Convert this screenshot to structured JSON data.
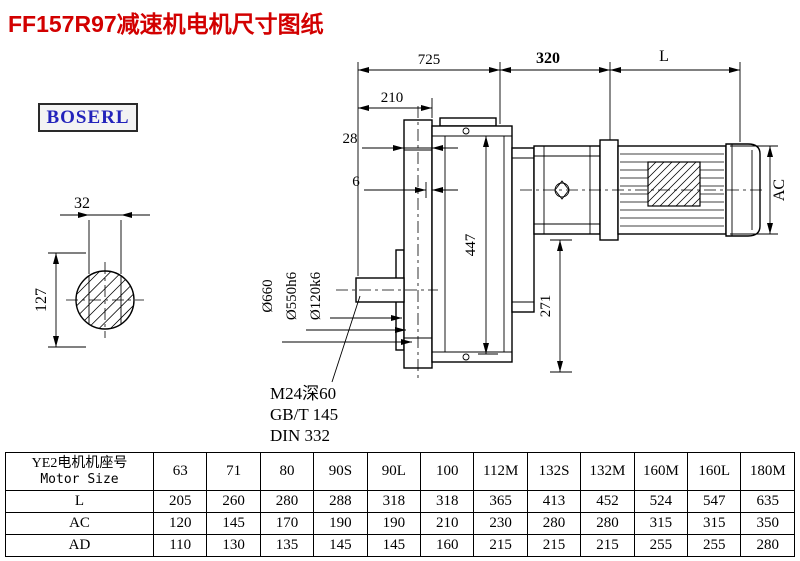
{
  "title": "FF157R97减速机电机尺寸图纸",
  "logo": "BOSERL",
  "dims": {
    "total_725": "725",
    "len_320": "320",
    "len_L": "L",
    "len_210": "210",
    "len_28": "28",
    "len_6": "6",
    "shaft_32": "32",
    "shaft_127": "127",
    "height_447": "447",
    "height_271": "271",
    "flange_od": "Ø660",
    "spigot_dia": "Ø550h6",
    "shaft_dia": "Ø120k6",
    "motor_ac": "AC",
    "thread": "M24深60",
    "thread_std": "GB/T 145",
    "centre_std": "DIN 332"
  },
  "table": {
    "header_cn": "YE2电机机座号",
    "header_en": "Motor Size",
    "sizes": [
      "63",
      "71",
      "80",
      "90S",
      "90L",
      "100",
      "112M",
      "132S",
      "132M",
      "160M",
      "160L",
      "180M"
    ],
    "rows": [
      {
        "label": "L",
        "values": [
          205,
          260,
          280,
          288,
          318,
          318,
          365,
          413,
          452,
          524,
          547,
          635
        ]
      },
      {
        "label": "AC",
        "values": [
          120,
          145,
          170,
          190,
          190,
          210,
          230,
          280,
          280,
          315,
          315,
          350
        ]
      },
      {
        "label": "AD",
        "values": [
          110,
          130,
          135,
          145,
          145,
          160,
          215,
          215,
          215,
          255,
          255,
          280
        ]
      }
    ]
  }
}
